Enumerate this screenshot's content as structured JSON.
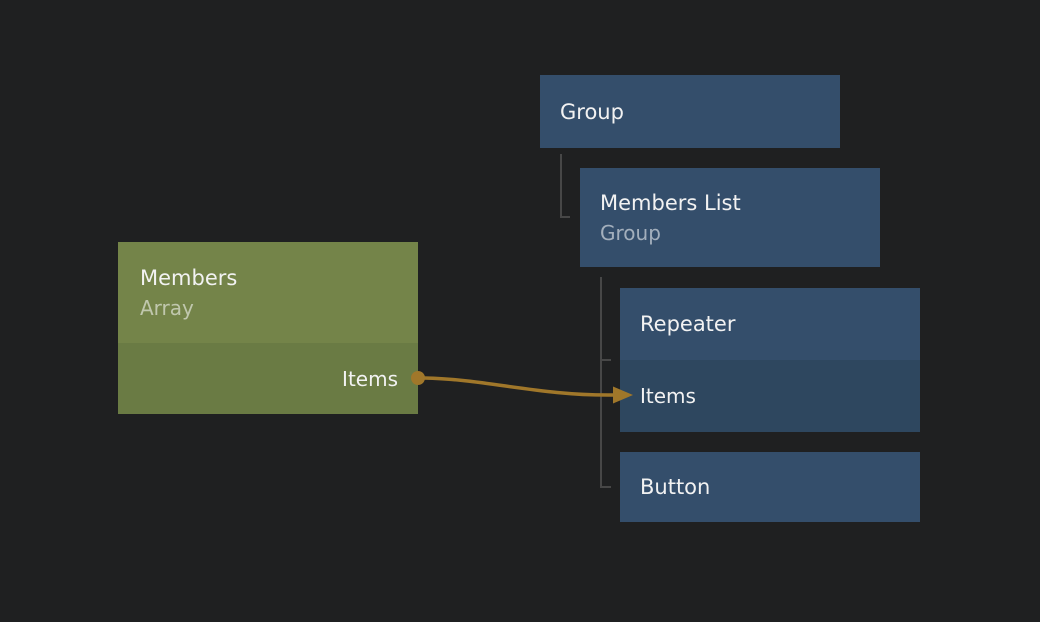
{
  "colors": {
    "bg": "#1f2021",
    "node_blue": "#344e6b",
    "node_blue_row": "#2e475f",
    "green_header": "#748449",
    "green_row": "#6a7b44",
    "arrow_color": "#a0772a",
    "tree_line": "#474747",
    "title_color": "#f2f2f2"
  },
  "nodes": {
    "group": {
      "title": "Group"
    },
    "members_list": {
      "title": "Members List",
      "subtitle": "Group"
    },
    "members": {
      "title": "Members",
      "subtitle": "Array",
      "items_port": "Items"
    },
    "repeater": {
      "title": "Repeater",
      "items_port": "Items"
    },
    "button": {
      "title": "Button"
    }
  },
  "connections": [
    {
      "from_node": "Members",
      "from_port": "Items",
      "to_node": "Repeater",
      "to_port": "Items"
    }
  ]
}
